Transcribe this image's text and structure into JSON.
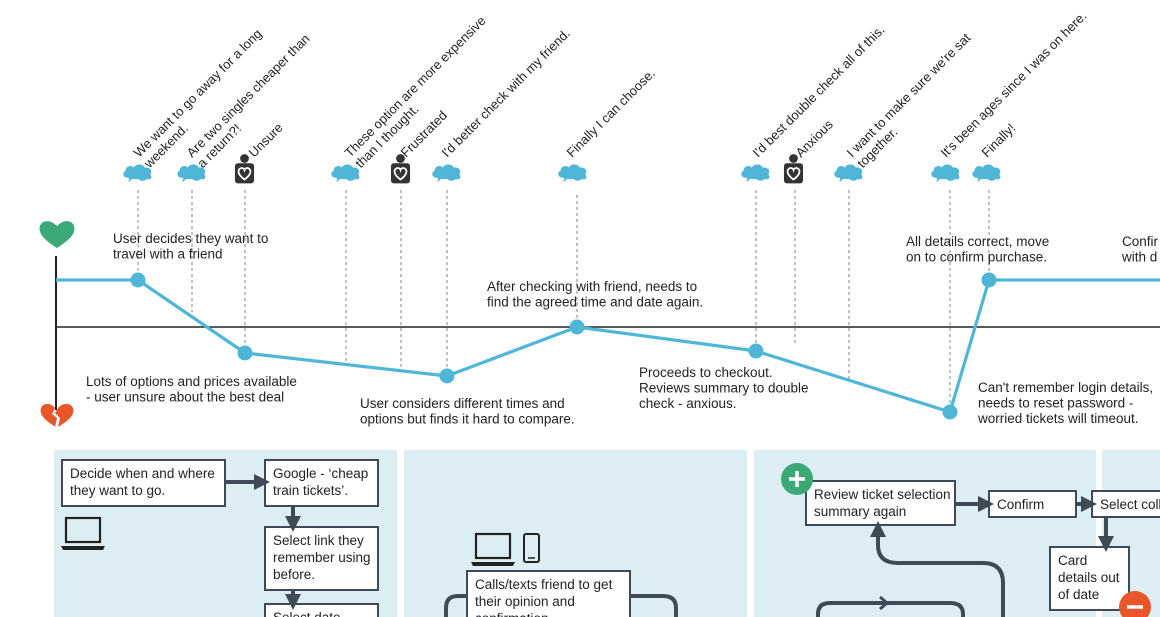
{
  "colors": {
    "journey_line": "#4fb6d8",
    "positive": "#3aa877",
    "negative": "#e8562a",
    "panel_bg": "#dcedf4",
    "box_border": "#3e4a56",
    "arrow": "#3e4a56"
  },
  "icons": {
    "positive": "green-heart-icon",
    "negative": "broken-heart-icon",
    "thought": "thought-cloud-icon",
    "emotion": "heart-badge-icon",
    "laptop": "laptop-icon",
    "phone": "mobile-phone-icon",
    "plus": "plus-circle-icon",
    "minus": "minus-circle-icon"
  },
  "thoughts": [
    {
      "id": "t1",
      "lines": [
        "We want to go away for a long",
        "weekend."
      ]
    },
    {
      "id": "t2",
      "lines": [
        "Are two singles cheaper than",
        "a return?!"
      ]
    },
    {
      "id": "t3",
      "lines": [
        "Unsure"
      ]
    },
    {
      "id": "t4",
      "lines": [
        "These option are more expensive",
        "than I thought."
      ]
    },
    {
      "id": "t5",
      "lines": [
        "Frustrated"
      ]
    },
    {
      "id": "t6",
      "lines": [
        "I'd better check with my friend."
      ]
    },
    {
      "id": "t7",
      "lines": [
        "Finally I can choose."
      ]
    },
    {
      "id": "t8",
      "lines": [
        "I'd best double check all of this."
      ]
    },
    {
      "id": "t9",
      "lines": [
        "Anxious"
      ]
    },
    {
      "id": "t10",
      "lines": [
        "I want to make sure we're sat",
        "together."
      ]
    },
    {
      "id": "t11",
      "lines": [
        "It's been ages since I was on here."
      ]
    },
    {
      "id": "t12",
      "lines": [
        "Finally!"
      ]
    }
  ],
  "journey_notes": [
    {
      "id": "n1",
      "lines": [
        "User decides they want to",
        "travel with a friend"
      ]
    },
    {
      "id": "n2",
      "lines": [
        "Lots of options and prices available",
        "- user unsure about the best deal"
      ]
    },
    {
      "id": "n3",
      "lines": [
        "User considers different times and",
        "options but finds it hard to compare."
      ]
    },
    {
      "id": "n4",
      "lines": [
        "After checking with friend, needs to",
        "find the agreed time and date again."
      ]
    },
    {
      "id": "n5",
      "lines": [
        "Proceeds to checkout.",
        "Reviews summary to double",
        "check - anxious."
      ]
    },
    {
      "id": "n6",
      "lines": [
        "Can't remember login details,",
        "needs to reset password -",
        "worried tickets will timeout."
      ]
    },
    {
      "id": "n7",
      "lines": [
        "All details correct, move",
        "on to confirm purchase."
      ]
    },
    {
      "id": "n8",
      "lines": [
        "Confir",
        "with d"
      ]
    }
  ],
  "flow": {
    "panel1": [
      {
        "id": "b1",
        "lines": [
          "Decide when and where",
          "they want to go."
        ]
      },
      {
        "id": "b2",
        "lines": [
          "Google - ‘cheap",
          "train tickets’."
        ]
      },
      {
        "id": "b3",
        "lines": [
          "Select link they",
          "remember using",
          "before."
        ]
      },
      {
        "id": "b4",
        "lines": [
          "Select date"
        ]
      }
    ],
    "panel2": [
      {
        "id": "b5",
        "lines": [
          "Calls/texts friend to get",
          "their opinion and",
          "confirmation"
        ]
      }
    ],
    "panel3": [
      {
        "id": "b6",
        "lines": [
          "Review ticket selection",
          "summary again"
        ]
      },
      {
        "id": "b7",
        "lines": [
          "Confirm"
        ]
      },
      {
        "id": "b8",
        "lines": [
          "Select coll"
        ]
      },
      {
        "id": "b9",
        "lines": [
          "Card",
          "details out",
          "of date"
        ]
      }
    ]
  }
}
